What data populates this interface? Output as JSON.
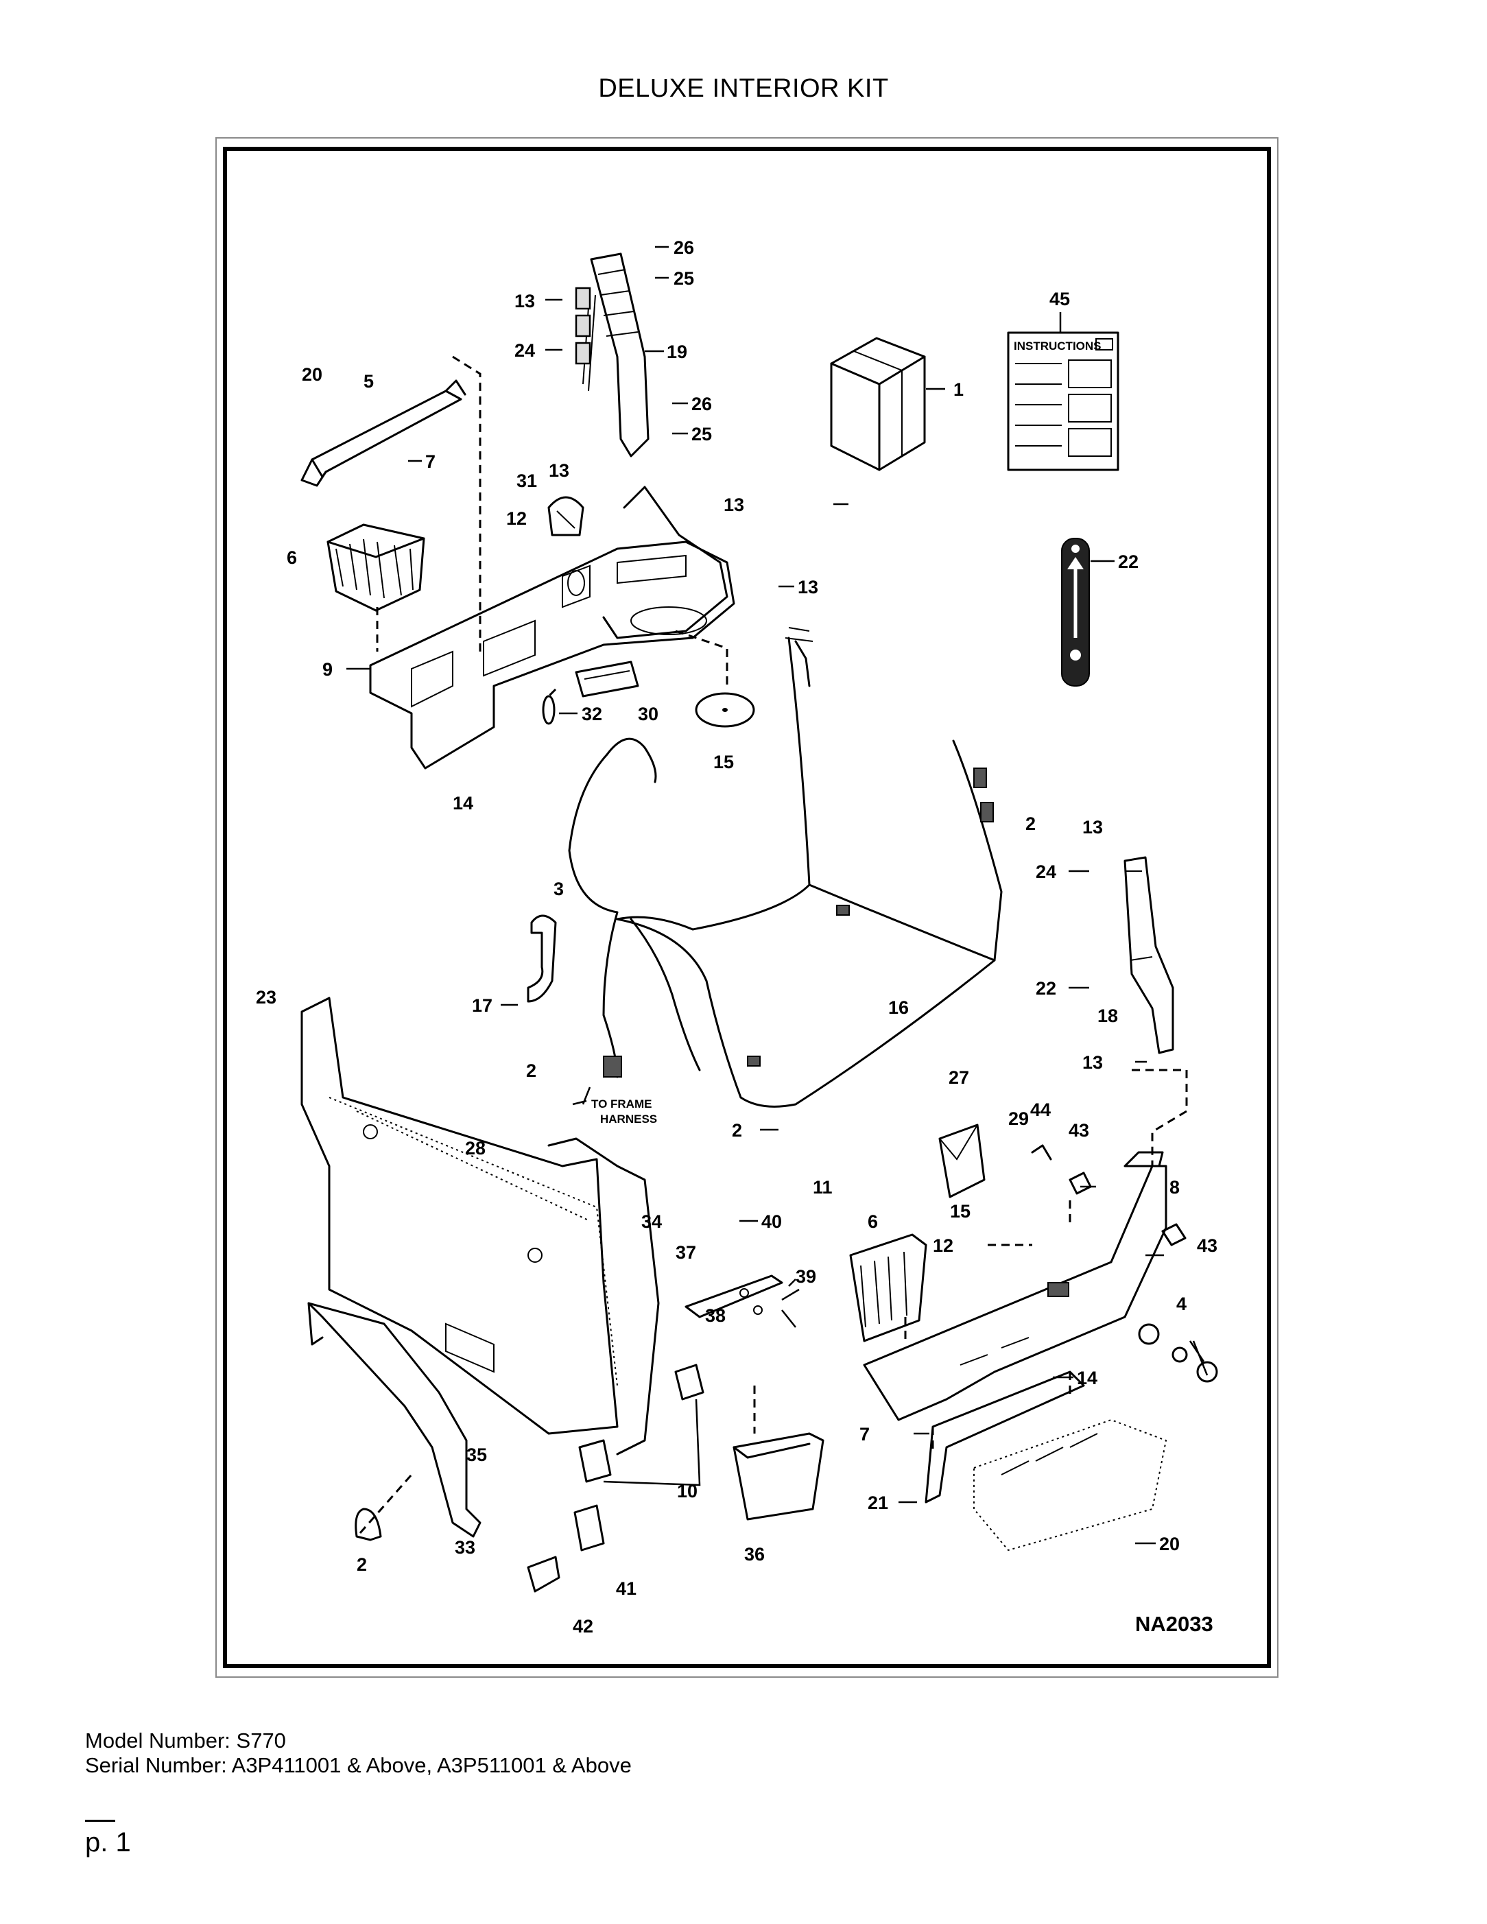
{
  "title": "DELUXE INTERIOR KIT",
  "diagram": {
    "reference_code": "NA2033",
    "harness_note_line1": "TO FRAME",
    "harness_note_line2": "HARNESS",
    "instructions_label": "INSTRUCTIONS",
    "callouts": [
      "26",
      "25",
      "13",
      "24",
      "19",
      "26",
      "25",
      "45",
      "1",
      "20",
      "5",
      "7",
      "31",
      "13",
      "13",
      "12",
      "6",
      "13",
      "22",
      "9",
      "32",
      "30",
      "15",
      "14",
      "2",
      "13",
      "3",
      "24",
      "17",
      "22",
      "18",
      "16",
      "23",
      "13",
      "2",
      "27",
      "2",
      "29",
      "44",
      "43",
      "8",
      "28",
      "11",
      "6",
      "40",
      "15",
      "43",
      "34",
      "12",
      "37",
      "39",
      "38",
      "4",
      "14",
      "7",
      "35",
      "10",
      "21",
      "36",
      "2",
      "33",
      "20",
      "41",
      "42"
    ]
  },
  "footer": {
    "model_line": "Model Number: S770",
    "serial_line": "Serial Number: A3P411001 & Above, A3P511001 & Above",
    "page_label": "p. 1"
  }
}
